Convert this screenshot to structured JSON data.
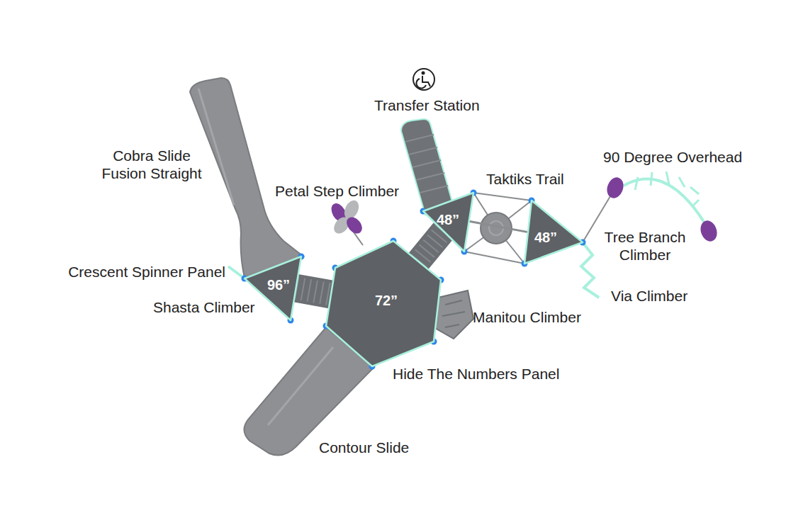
{
  "diagram": {
    "nodes": [
      {
        "text": [
          "96”"
        ]
      },
      {
        "text": [
          "72”"
        ]
      },
      {
        "text": [
          "48”"
        ]
      },
      {
        "text": [
          "48”"
        ]
      }
    ],
    "edges": [
      {
        "from": 0,
        "to": 1,
        "arrow": "none"
      },
      {
        "from": 1,
        "to": 2,
        "arrow": "none"
      },
      {
        "from": 2,
        "to": 3,
        "arrow": "none"
      }
    ],
    "labels": [
      "Transfer Station",
      "Cobra Slide Fusion Straight",
      "90 Degree Overhead",
      "Taktiks Trail",
      "Petal Step Climber",
      "Tree Branch Climber",
      "Crescent Spinner Panel",
      "Via Climber",
      "Shasta Climber",
      "Manitou Climber",
      "Hide The Numbers Panel",
      "Contour Slide"
    ]
  }
}
